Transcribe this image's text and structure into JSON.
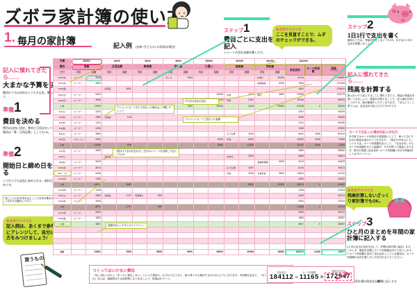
{
  "colors": {
    "pink": "#e8477e",
    "mint": "#3fd9a4",
    "lime": "#c8de3a",
    "row_pink": "#fcd9e4",
    "subtotal_row": "#b7a99e",
    "highlight_row": "#d8eecb"
  },
  "page": {
    "title": "ズボラ家計簿の使い方",
    "section_number": "1.",
    "section_title": "毎月の家計簿",
    "example_label": "記入例",
    "example_note": "(夫婦+子ども2人の家族の場合)"
  },
  "steps": {
    "s1": {
      "kicker": "ステップ",
      "number": "1",
      "title": "費目ごとに支出を記入",
      "body": "レシートの合計金額を書くだけ。"
    },
    "s2": {
      "kicker": "ステップ",
      "number": "2",
      "title": "1日1行で支出を書く",
      "body": "最初のうちは、残高計算をしなくてもOK。まずは1ヶ月の支出を把握しましょう。"
    },
    "s3": {
      "kicker": "ステップ",
      "number": "3",
      "title": "ひと月のまとめを年間の家計簿に記入する",
      "body": "1ヵ月の支出の合計を出して、年間の家計簿に転記します。このとき、現金支出額とカード利用額は分けて記入します。※カード利用額も含めて支出合計としている場合は、カード利用額の合計を差し引くのを忘れないでください。",
      "footnote": "年間の家計簿の現金支出❷欄に記入する"
    }
  },
  "left": {
    "intro": {
      "heading": "記入に慣れてきたら……",
      "title": "大まかな予算を決める",
      "body": "最初のうちは決めなくても大丈夫。慣れてきたら予算を立てて。"
    },
    "prep1": {
      "kicker": "準備",
      "number": "1",
      "title": "費目を決める",
      "body": "費目は自由に設定。食材と日用品をいつも一緒に購入している場合は「食・日用品費」としてもOK。"
    },
    "prep2": {
      "kicker": "準備",
      "number": "2",
      "title": "開始日と締め日を決める",
      "body": "いつからでも自由に始められる。給料日から始めるのがおすすめです。"
    },
    "weekly_note": "週ごとに小計を挟み込むことで月末の集計がラクに。マーカーでラインを引けば集計しやすい",
    "notebook_label": "買うもの"
  },
  "right": {
    "intro": {
      "heading": "記入に慣れてきたら……",
      "title": "残高を計算する",
      "body": "数ヵ月つけて記入することに慣れてきたら、現金の残高を計算してみましょう。残高を計算することで、記入漏れを防ぐことができ、家計管理がしやすくなります。「めんどう」と思う人は、支出合計の記入だけでもOKです。"
    },
    "card_box": {
      "title": "カードで支払った場合の記入の仕方",
      "body": "あき家ではカード利用分も現金扱いとして、使った日にその日の現金を袋分けしておきます。「袋分けがめんどう」という人は、カード利用額を記入して、「支出合計」からカード利用額を引いた金額が、その日残った現金になります。前日の残高−(支出合計−カード利用額)=今日の残高(詳しくは76ページ〜)。"
    }
  },
  "advice": {
    "label": "あきのアドバイス",
    "b1": "ここを見直すことで、ムダのチェックができる。",
    "b2": "記入例は、あくまで参考です。自由にアレンジして、自分に合ったやり方をみつけましょう!",
    "b3": "残高計算しないざっくり家計簿でもOK。"
  },
  "callouts": {
    "credit_check": "クレジットカードなどで支払った場合はこの欄にチェック",
    "day_total": "その日の支出の合計",
    "card_amount": "クレジットカードで支払った金額",
    "receipts": "「袋分けするのを忘れた!」日分のレシートを合算して記入してもOK",
    "guideline": "金額が記入しやすいガイドライン。"
  },
  "warning": {
    "title": "つくってはいけない費目",
    "body": "「月に1回しかない」「めったに発生しない」といった費目も、わざわざ立てると、後々書くのも集計するのもめんどうになります。不定期な支出で、「なくても生活できるもの」ならば、娯楽費または特別費にまとめましょう。詳細は67ページ。"
  },
  "formula": {
    "minuend_label": "支出合計",
    "minuend": "184112",
    "operator": "−",
    "subtrahend_label": "カード利用額",
    "subtrahend": "11165",
    "equals": "=",
    "result_label": "現金支出合計",
    "result": "172947"
  },
  "table": {
    "budget_label": "予算",
    "category_label": "費目",
    "date_label": "日付",
    "desc_label": "内容",
    "amount_label": "金額",
    "budgets": [
      "48000",
      "8000",
      "5000",
      "9000",
      "35000",
      "30000",
      "46000",
      "181000"
    ],
    "categories": [
      "食費",
      "日用品費",
      "教育費",
      "習い事",
      "小遣い",
      "娯楽費",
      "特別費"
    ],
    "tail_headers": [
      "支出合計",
      "カード利用額",
      "残高"
    ],
    "balance_sub": "まえの残高",
    "budget_circle": 0,
    "category_circle": 0,
    "category_boxes": [
      5,
      6
    ],
    "marks": [
      {
        "r": 0,
        "c": 2,
        "cls": "mint-oval"
      },
      {
        "r": 17,
        "c": 0,
        "cls": "yellow-oval"
      },
      {
        "r": 26,
        "c": 0,
        "cls": "yellow-oval"
      },
      {
        "r": 31,
        "c": 15,
        "cls": "mint-box"
      },
      {
        "r": 31,
        "c": 17,
        "cls": "mint-box"
      }
    ],
    "rows": [
      {
        "d": "5/26(水)",
        "t": "p",
        "c": [
          "スーパー",
          "3515",
          "",
          "",
          "",
          "",
          "ダンス",
          "7600",
          "",
          "",
          "",
          "",
          "お祝い",
          "30000",
          "41115",
          "",
          "139885"
        ]
      },
      {
        "d": "5/27(木)",
        "t": "w",
        "c": [
          "スーパー",
          "2864",
          "",
          "",
          "",
          "",
          "",
          "",
          "",
          "",
          "",
          "",
          "収納用品",
          "5000",
          "7864",
          "",
          "131495"
        ]
      },
      {
        "d": "5/28(金)",
        "t": "p",
        "c": [
          "",
          "",
          "日用品",
          "1851",
          "",
          "",
          "",
          "",
          "",
          "",
          "",
          "",
          "",
          "",
          "1851",
          "",
          "129644"
        ]
      },
      {
        "d": "5/29(土)",
        "t": "w",
        "c": [
          "スーパー",
          "9454",
          "",
          "",
          "",
          "",
          "",
          "",
          "",
          "10000",
          "外食",
          "2061",
          "酒代",
          "4850",
          "20365",
          "",
          "115279"
        ]
      },
      {
        "d": "5/30(日)",
        "t": "p",
        "c": [
          "スーパー",
          "1866",
          "",
          "",
          "",
          "",
          "",
          "",
          "",
          "10000",
          "外食",
          "2187",
          "",
          "",
          "15153",
          "",
          "98226"
        ]
      },
      {
        "d": "小計",
        "t": "g",
        "c": [
          "",
          "17699",
          "",
          "1851",
          "",
          "",
          "",
          "7600",
          "",
          "20000",
          "",
          "4248",
          "",
          "39850",
          "87648",
          "0",
          "98226"
        ]
      },
      {
        "d": "6/1(火)",
        "t": "w",
        "c": [
          "スーパー",
          "4202",
          "",
          "",
          "",
          "",
          "",
          "",
          "",
          "",
          "",
          "",
          "",
          "",
          "4202",
          "",
          "94026"
        ]
      },
      {
        "d": "6/2(水)",
        "t": "p",
        "c": [
          "スーパー",
          "2580",
          "大型品",
          "518",
          "",
          "",
          "",
          "",
          "",
          "",
          "",
          "",
          "",
          "",
          "3098",
          "",
          "90626"
        ]
      },
      {
        "d": "6/3(木)",
        "t": "w",
        "c": [
          "スーパー",
          "1231",
          "",
          "",
          "",
          "",
          "",
          "",
          "",
          "",
          "",
          "",
          "",
          "",
          "1231",
          "",
          "89395"
        ]
      },
      {
        "d": "6/4(金)",
        "t": "p",
        "c": [
          "スーパー",
          "1496",
          "",
          "",
          "",
          "",
          "",
          "",
          "",
          "",
          "",
          "",
          "",
          "",
          "1496",
          "",
          "87899"
        ]
      },
      {
        "d": "6/5(土)",
        "t": "w",
        "c": [
          "スーパー",
          "3580",
          "",
          "",
          "",
          "",
          "",
          "",
          "",
          "",
          "子ども服",
          "3040",
          "",
          "",
          "6620",
          "3060",
          "84319"
        ]
      },
      {
        "d": "6/6(日)",
        "t": "p",
        "c": [
          "✓ガソリン",
          "2000",
          "",
          "",
          "",
          "",
          "",
          "",
          "",
          "5000",
          "外食",
          "8250",
          "",
          "",
          "15250",
          "2000",
          "71069"
        ]
      },
      {
        "d": "小計",
        "t": "s",
        "c": [
          "",
          "13089",
          "",
          "518",
          "",
          "",
          "",
          "",
          "",
          "5000",
          "",
          "11290",
          "",
          "",
          "32197",
          "5040",
          "71069"
        ]
      },
      {
        "d": "6/7(月)",
        "t": "w",
        "c": [
          "スーパー",
          "2689",
          "",
          "",
          "",
          "",
          "",
          "",
          "",
          "",
          "",
          "",
          "",
          "",
          "2689",
          "",
          "68380"
        ]
      },
      {
        "d": "6/8(火)",
        "t": "p",
        "c": [
          "",
          "",
          "日用品",
          "1689",
          "",
          "",
          "",
          "",
          "",
          "",
          "弁当代",
          "2000",
          "",
          "",
          "3689",
          "",
          "64691"
        ]
      },
      {
        "d": "6/9(水)",
        "t": "w",
        "c": [
          "スーパー",
          "2693",
          "",
          "",
          "",
          "",
          "",
          "",
          "",
          "",
          "",
          "",
          "自動車保険",
          "6520",
          "9213",
          "",
          "61678"
        ]
      },
      {
        "d": "6/10(木)",
        "t": "p",
        "c": [
          "スーパー",
          "3673",
          "",
          "",
          "",
          "",
          "",
          "",
          "",
          "",
          "子ども服",
          "2467",
          "",
          "",
          "6140",
          "",
          "59211"
        ]
      },
      {
        "d": "6/11・12",
        "t": "w",
        "c": [
          "スーパー",
          "9255",
          "",
          "",
          "",
          "",
          "",
          "",
          "",
          "",
          "外食",
          "2036",
          "夕食外食",
          "3800",
          "14509",
          "",
          "44702"
        ]
      },
      {
        "d": "6/13(日)",
        "t": "p",
        "c": [
          "スーパー",
          "1350",
          "",
          "",
          "",
          "",
          "",
          "",
          "",
          "",
          "",
          "",
          "",
          "",
          "1350",
          "",
          "43352"
        ]
      },
      {
        "d": "小計",
        "t": "s",
        "c": [
          "",
          "19660",
          "",
          "1689",
          "",
          "",
          "",
          "",
          "",
          "",
          "",
          "6503",
          "",
          "10320",
          "38272",
          "0",
          "43352"
        ]
      },
      {
        "d": "6/14(月)",
        "t": "w",
        "c": [
          "スーパー",
          "1448",
          "",
          "",
          "",
          "",
          "",
          "",
          "",
          "",
          "",
          "",
          "",
          "",
          "1448",
          "",
          "41904"
        ]
      },
      {
        "d": "6/15(火)",
        "t": "p",
        "c": [
          "スーパー",
          "2583",
          "日用品",
          "1747",
          "写真購入",
          "850",
          "",
          "",
          "",
          "",
          "",
          "",
          "",
          "",
          "5180",
          "",
          "36724"
        ]
      },
      {
        "d": "6/16(水)",
        "t": "w",
        "c": [
          "スーパー",
          "3490",
          "",
          "",
          "",
          "",
          "",
          "",
          "",
          "",
          "",
          "",
          "",
          "",
          "3490",
          "",
          "33234"
        ]
      },
      {
        "d": "小計",
        "t": "s",
        "c": [
          "",
          "8871",
          "",
          "1747",
          "",
          "850",
          "",
          "",
          "",
          "",
          "",
          "",
          "",
          "",
          "11468",
          "0",
          "33234"
        ]
      },
      {
        "d": "6/17(木)",
        "t": "p",
        "c": [
          "スーパー",
          "2964",
          "",
          "",
          "",
          "",
          "",
          "",
          "",
          "",
          "",
          "",
          "",
          "",
          "2964",
          "",
          "30270"
        ]
      },
      {
        "d": "6/18(金)",
        "t": "w",
        "c": [
          "スーパー",
          "1883",
          "",
          "",
          "",
          "",
          "",
          "",
          "",
          "",
          "",
          "",
          "",
          "",
          "1883",
          "",
          "28387"
        ]
      },
      {
        "d": "小計",
        "t": "g",
        "c": [
          "",
          "4847",
          "",
          "",
          "",
          "",
          "",
          "",
          "",
          "",
          "",
          "",
          "",
          "",
          "4847",
          "0",
          "28387"
        ]
      },
      {
        "d": "",
        "t": "p",
        "c": [
          "",
          "",
          "",
          "",
          "",
          "",
          "",
          "",
          "",
          "",
          "",
          "",
          "",
          "",
          "",
          "",
          ""
        ]
      },
      {
        "d": "",
        "t": "w",
        "c": [
          "",
          "",
          "",
          "",
          "",
          "",
          "",
          "",
          "",
          "",
          "",
          "",
          "",
          "",
          "",
          "",
          ""
        ]
      },
      {
        "d": "",
        "t": "p",
        "c": [
          "",
          "",
          "",
          "",
          "",
          "",
          "",
          "",
          "",
          "",
          "",
          "",
          "",
          "",
          "",
          "",
          ""
        ]
      },
      {
        "d": "",
        "t": "w",
        "c": [
          "",
          "",
          "",
          "",
          "",
          "",
          "",
          "",
          "",
          "",
          "",
          "",
          "",
          "",
          "",
          "",
          ""
        ]
      },
      {
        "d": "合計",
        "t": "t",
        "c": [
          "",
          "47861",
          "",
          "7805",
          "",
          "5850",
          "",
          "9500",
          "",
          "38000",
          "",
          "29466",
          "",
          "45650",
          "184112",
          "11165",
          "12927"
        ]
      }
    ]
  }
}
